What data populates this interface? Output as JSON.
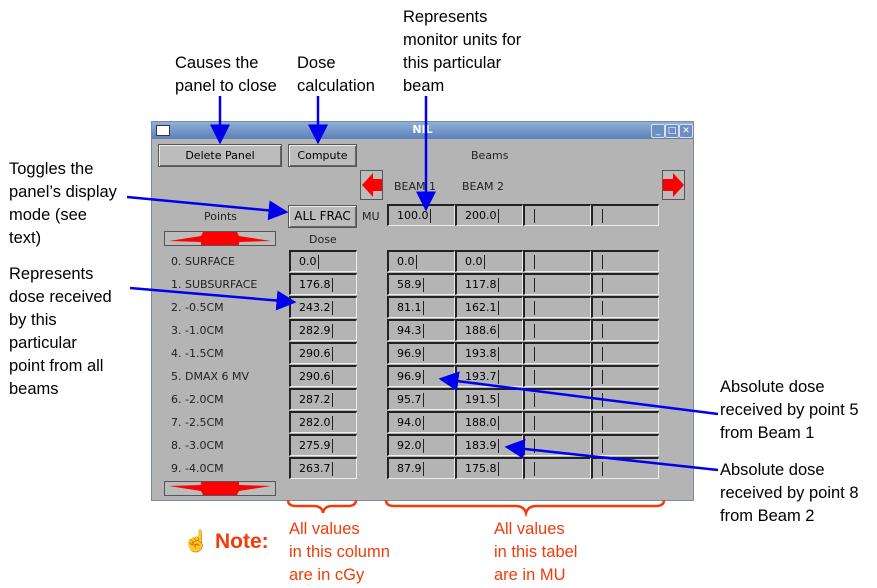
{
  "window": {
    "title": "NIL"
  },
  "buttons": {
    "delete_panel": "Delete Panel",
    "compute": "Compute",
    "all_frac": "ALL FRAC"
  },
  "labels": {
    "beams": "Beams",
    "points": "Points",
    "dose": "Dose",
    "mu": "MU"
  },
  "beams": [
    {
      "name": "BEAM 1",
      "mu": "100.0"
    },
    {
      "name": "BEAM 2",
      "mu": "200.0"
    },
    {
      "name": "",
      "mu": ""
    },
    {
      "name": "",
      "mu": ""
    }
  ],
  "points": [
    {
      "name": "0. SURFACE",
      "dose": "0.0",
      "beam_doses": [
        "0.0",
        "0.0",
        "",
        ""
      ]
    },
    {
      "name": "1. SUBSURFACE",
      "dose": "176.8",
      "beam_doses": [
        "58.9",
        "117.8",
        "",
        ""
      ]
    },
    {
      "name": "2. -0.5CM",
      "dose": "243.2",
      "beam_doses": [
        "81.1",
        "162.1",
        "",
        ""
      ]
    },
    {
      "name": "3. -1.0CM",
      "dose": "282.9",
      "beam_doses": [
        "94.3",
        "188.6",
        "",
        ""
      ]
    },
    {
      "name": "4. -1.5CM",
      "dose": "290.6",
      "beam_doses": [
        "96.9",
        "193.8",
        "",
        ""
      ]
    },
    {
      "name": "5. DMAX 6 MV",
      "dose": "290.6",
      "beam_doses": [
        "96.9",
        "193.7",
        "",
        ""
      ]
    },
    {
      "name": "6. -2.0CM",
      "dose": "287.2",
      "beam_doses": [
        "95.7",
        "191.5",
        "",
        ""
      ]
    },
    {
      "name": "7. -2.5CM",
      "dose": "282.0",
      "beam_doses": [
        "94.0",
        "188.0",
        "",
        ""
      ]
    },
    {
      "name": "8. -3.0CM",
      "dose": "275.9",
      "beam_doses": [
        "92.0",
        "183.9",
        "",
        ""
      ]
    },
    {
      "name": "9. -4.0CM",
      "dose": "263.7",
      "beam_doses": [
        "87.9",
        "175.8",
        "",
        ""
      ]
    }
  ],
  "annotations": {
    "close": "Causes the\npanel to close",
    "compute": "Dose\ncalculation",
    "mu": "Represents\nmonitor units for\nthis particular\nbeam",
    "toggle": "Toggles the\npanel’s display\nmode (see\ntext)",
    "dose": "Represents\ndose received\nby this\nparticular\npoint from all\nbeams",
    "point5": "Absolute dose\nreceived by point 5\nfrom Beam 1",
    "point8": "Absolute dose\nreceived by point 8\nfrom Beam 2",
    "note": "☝ Note:",
    "note_cgy": "All values\nin this column\nare in cGy",
    "note_mu": "All values\nin this tabel\nare in MU"
  },
  "colors": {
    "arrow": "#0000ee",
    "note": "#f03c0a",
    "panel": "#b4b4b4"
  }
}
